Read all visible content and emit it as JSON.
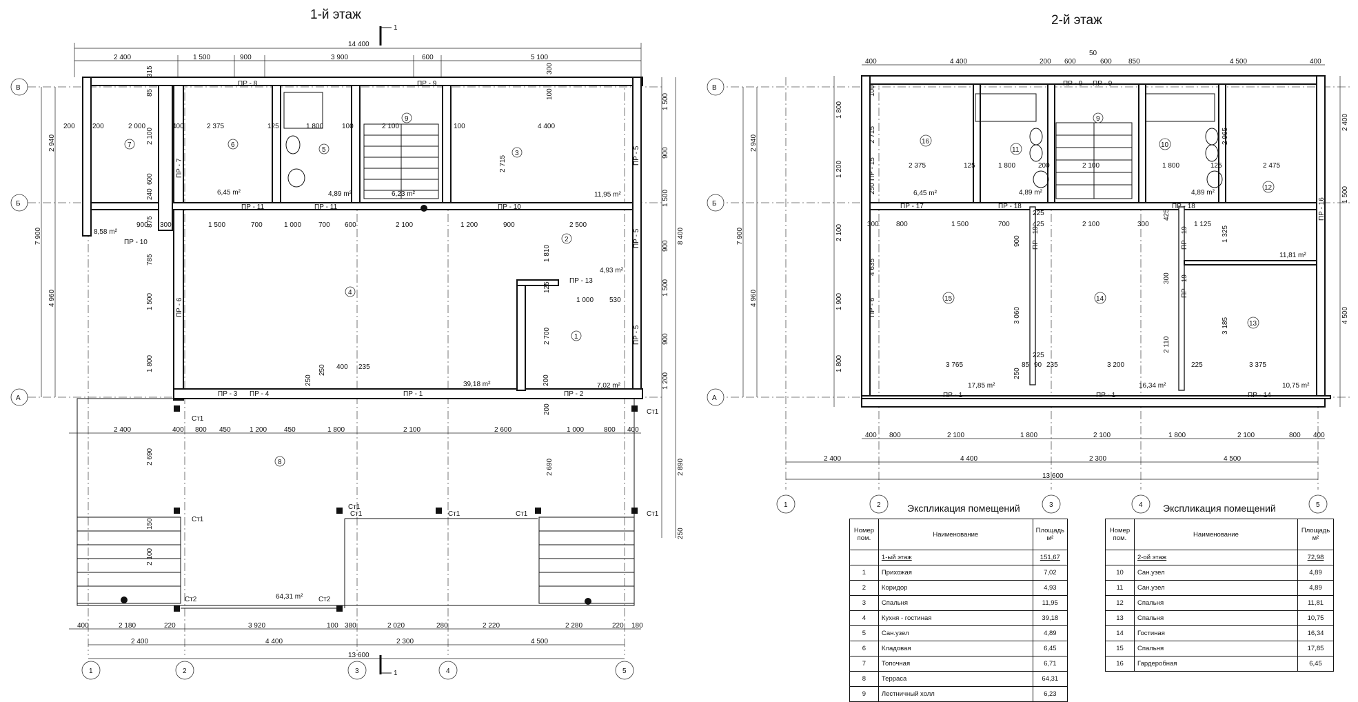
{
  "floor1": {
    "title": "1-й этаж",
    "overall_width": "14 400",
    "section_mark": "1",
    "axes_letters": [
      "В",
      "Б",
      "А"
    ],
    "axes_numbers": [
      "1",
      "2",
      "3",
      "4",
      "5"
    ],
    "top_dims": [
      "2 400",
      "1 500",
      "900",
      "3 900",
      "600",
      "5 100"
    ],
    "bottom_dims_1": [
      "2 400",
      "400",
      "800",
      "450",
      "1 200",
      "450",
      "1 800",
      "2 100",
      "2 600",
      "1 000",
      "800",
      "400"
    ],
    "bottom_dims_2": [
      "400",
      "2 180",
      "220",
      "3 920",
      "100",
      "380",
      "2 020",
      "280",
      "2 220",
      "2 280",
      "220",
      "180"
    ],
    "axis_dims": [
      "2 400",
      "4 400",
      "2 300",
      "4 500"
    ],
    "axis_total": "13 600",
    "right_dims": [
      "1 500",
      "900",
      "1 500",
      "900",
      "1 500",
      "900",
      "1 200",
      "8 400",
      "2 890",
      "250"
    ],
    "left_dims": [
      "2 940",
      "7 900",
      "4 960"
    ],
    "inner_dims": [
      "200",
      "200",
      "2 000",
      "2 375",
      "125",
      "1 800",
      "100",
      "2 100",
      "100",
      "4 400",
      "900",
      "300",
      "1 500",
      "700",
      "1 000",
      "700",
      "600",
      "2 100",
      "1 200",
      "900",
      "2 500",
      "1 000",
      "530",
      "400",
      "235",
      "2 690",
      "2 690",
      "2 100",
      "150",
      "250",
      "200",
      "1 810",
      "2 700",
      "2 715",
      "200",
      "1 800",
      "1 500",
      "2 100",
      "600",
      "240",
      "875",
      "785",
      "85",
      "315",
      "400",
      "125",
      "250",
      "100",
      "300"
    ],
    "openings": [
      "ПР - 8",
      "ПР - 9",
      "ПР - 7",
      "ПР - 11",
      "ПР - 11",
      "ПР - 10",
      "ПР - 10",
      "ПР - 5",
      "ПР - 5",
      "ПР - 5",
      "ПР - 13",
      "ПР - 6",
      "ПР - 3",
      "ПР - 4",
      "ПР - 1",
      "ПР - 2"
    ],
    "columns": [
      "Ст1",
      "Ст1",
      "Ст1",
      "Ст1",
      "Ст1",
      "Ст1",
      "Ст1",
      "Ст1",
      "Ст2",
      "Ст2"
    ],
    "rooms": [
      {
        "num": "1",
        "area": ""
      },
      {
        "num": "2",
        "area": "4,93 m²"
      },
      {
        "num": "3",
        "area": "11,95 m²"
      },
      {
        "num": "4",
        "area": "39,18 m²"
      },
      {
        "num": "5",
        "area": "4,89 m²"
      },
      {
        "num": "6",
        "area": "6,45 m²"
      },
      {
        "num": "7",
        "area": "8,58 m²"
      },
      {
        "num": "8",
        "area": "64,31 m²"
      },
      {
        "num": "9",
        "area": "6,23 m²"
      },
      {
        "num": "",
        "area": "7,02 m²"
      }
    ]
  },
  "floor2": {
    "title": "2-й этаж",
    "top_dims": [
      "400",
      "4 400",
      "200",
      "600",
      "50",
      "600",
      "850",
      "4 500",
      "400"
    ],
    "bottom_dims": [
      "400",
      "800",
      "2 100",
      "1 800",
      "2 100",
      "1 800",
      "2 100",
      "800",
      "400"
    ],
    "axis_dims": [
      "2 400",
      "4 400",
      "2 300",
      "4 500"
    ],
    "axis_total": "13 600",
    "right_dims": [
      "2 400",
      "1 500",
      "4 500"
    ],
    "left_dims": [
      "1 800",
      "1 200",
      "2 100",
      "1 900",
      "1 800",
      "2 940",
      "7 900",
      "4 960"
    ],
    "inner_dims": [
      "2 715",
      "2 375",
      "125",
      "1 800",
      "200",
      "2 100",
      "1 800",
      "125",
      "2 965",
      "2 475",
      "250",
      "300",
      "800",
      "1 500",
      "700",
      "225",
      "425",
      "225",
      "2 100",
      "300",
      "425",
      "1 125",
      "1 325",
      "4 635",
      "3 060",
      "900",
      "2 110",
      "3 185",
      "3 765",
      "85",
      "90",
      "235",
      "3 200",
      "225",
      "3 375",
      "250",
      "300",
      "100"
    ],
    "openings": [
      "ПР - 9",
      "ПР - 9",
      "ПР - 15",
      "ПР - 17",
      "ПР - 18",
      "ПР - 18",
      "ПР - 16",
      "ПР - 19",
      "ПР - 19",
      "ПР - 19",
      "ПР - 6",
      "ПР - 1",
      "ПР - 1",
      "ПР - 14"
    ],
    "rooms": [
      {
        "num": "9",
        "area": ""
      },
      {
        "num": "10",
        "area": "4,89 m²"
      },
      {
        "num": "11",
        "area": "4,89 m²"
      },
      {
        "num": "12",
        "area": "11,81 m²"
      },
      {
        "num": "13",
        "area": "10,75 m²"
      },
      {
        "num": "14",
        "area": "16,34 m²"
      },
      {
        "num": "15",
        "area": "17,85 m²"
      },
      {
        "num": "16",
        "area": "6,45 m²"
      }
    ]
  },
  "table1": {
    "title": "Экспликация помещений",
    "headers": [
      "Номер пом.",
      "Наименование",
      "Площадь м²"
    ],
    "total_label": "1-ый этаж",
    "total_area": "151,67",
    "rows": [
      [
        "1",
        "Прихожая",
        "7,02"
      ],
      [
        "2",
        "Коридор",
        "4,93"
      ],
      [
        "3",
        "Спальня",
        "11,95"
      ],
      [
        "4",
        "Кухня - гостиная",
        "39,18"
      ],
      [
        "5",
        "Сан.узел",
        "4,89"
      ],
      [
        "6",
        "Кладовая",
        "6,45"
      ],
      [
        "7",
        "Топочная",
        "6,71"
      ],
      [
        "8",
        "Терраса",
        "64,31"
      ],
      [
        "9",
        "Лестничный холл",
        "6,23"
      ]
    ]
  },
  "table2": {
    "title": "Экспликация помещений",
    "headers": [
      "Номер пом.",
      "Наименование",
      "Площадь м²"
    ],
    "total_label": "2-ой этаж",
    "total_area": "72,98",
    "rows": [
      [
        "10",
        "Сан.узел",
        "4,89"
      ],
      [
        "11",
        "Сан.узел",
        "4,89"
      ],
      [
        "12",
        "Спальня",
        "11,81"
      ],
      [
        "13",
        "Спальня",
        "10,75"
      ],
      [
        "14",
        "Гостиная",
        "16,34"
      ],
      [
        "15",
        "Спальня",
        "17,85"
      ],
      [
        "16",
        "Гардеробная",
        "6,45"
      ]
    ]
  }
}
